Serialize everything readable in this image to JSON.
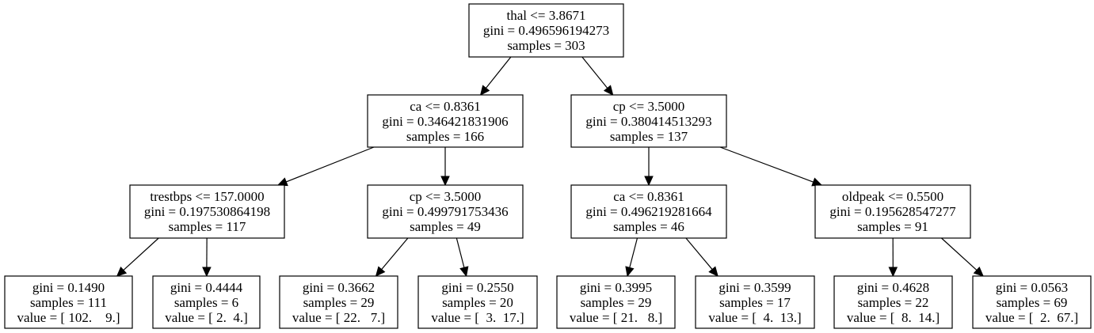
{
  "tree": {
    "nodes": [
      {
        "id": "n0",
        "lines": [
          "thal <= 3.8671",
          "gini = 0.496596194273",
          "samples = 303"
        ]
      },
      {
        "id": "n1",
        "lines": [
          "ca <= 0.8361",
          "gini = 0.346421831906",
          "samples = 166"
        ]
      },
      {
        "id": "n2",
        "lines": [
          "cp <= 3.5000",
          "gini = 0.380414513293",
          "samples = 137"
        ]
      },
      {
        "id": "n3",
        "lines": [
          "trestbps <= 157.0000",
          "gini = 0.197530864198",
          "samples = 117"
        ]
      },
      {
        "id": "n4",
        "lines": [
          "cp <= 3.5000",
          "gini = 0.499791753436",
          "samples = 49"
        ]
      },
      {
        "id": "n5",
        "lines": [
          "ca <= 0.8361",
          "gini = 0.496219281664",
          "samples = 46"
        ]
      },
      {
        "id": "n6",
        "lines": [
          "oldpeak <= 0.5500",
          "gini = 0.195628547277",
          "samples = 91"
        ]
      },
      {
        "id": "n7",
        "lines": [
          "gini = 0.1490",
          "samples = 111",
          "value = [ 102.    9.]"
        ]
      },
      {
        "id": "n8",
        "lines": [
          "gini = 0.4444",
          "samples = 6",
          "value = [ 2.  4.]"
        ]
      },
      {
        "id": "n9",
        "lines": [
          "gini = 0.3662",
          "samples = 29",
          "value = [ 22.   7.]"
        ]
      },
      {
        "id": "n10",
        "lines": [
          "gini = 0.2550",
          "samples = 20",
          "value = [  3.  17.]"
        ]
      },
      {
        "id": "n11",
        "lines": [
          "gini = 0.3995",
          "samples = 29",
          "value = [ 21.   8.]"
        ]
      },
      {
        "id": "n12",
        "lines": [
          "gini = 0.3599",
          "samples = 17",
          "value = [  4.  13.]"
        ]
      },
      {
        "id": "n13",
        "lines": [
          "gini = 0.4628",
          "samples = 22",
          "value = [  8.  14.]"
        ]
      },
      {
        "id": "n14",
        "lines": [
          "gini = 0.0563",
          "samples = 69",
          "value = [  2.  67.]"
        ]
      }
    ],
    "edges": [
      {
        "from": "n0",
        "to": "n1"
      },
      {
        "from": "n0",
        "to": "n2"
      },
      {
        "from": "n1",
        "to": "n3"
      },
      {
        "from": "n1",
        "to": "n4"
      },
      {
        "from": "n2",
        "to": "n5"
      },
      {
        "from": "n2",
        "to": "n6"
      },
      {
        "from": "n3",
        "to": "n7"
      },
      {
        "from": "n3",
        "to": "n8"
      },
      {
        "from": "n4",
        "to": "n9"
      },
      {
        "from": "n4",
        "to": "n10"
      },
      {
        "from": "n5",
        "to": "n11"
      },
      {
        "from": "n5",
        "to": "n12"
      },
      {
        "from": "n6",
        "to": "n13"
      },
      {
        "from": "n6",
        "to": "n14"
      }
    ]
  }
}
